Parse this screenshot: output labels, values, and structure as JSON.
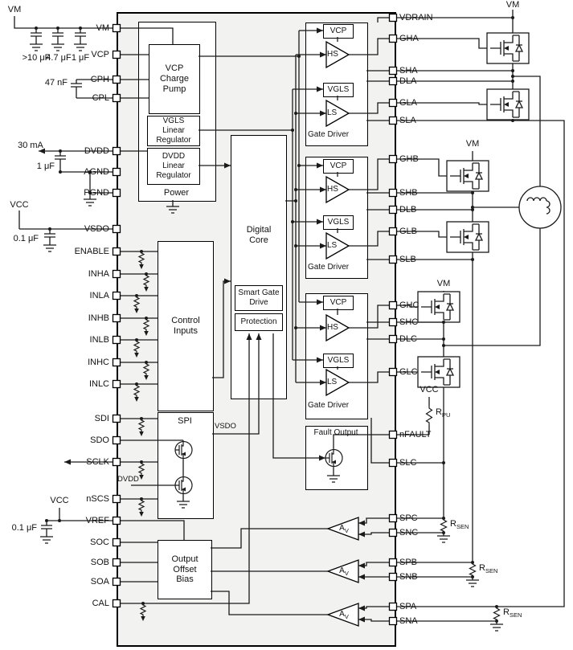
{
  "diagram": {
    "description": "Three-phase smart gate driver IC functional block diagram"
  },
  "pins": {
    "left": [
      "VM",
      "VCP",
      "CPH",
      "CPL",
      "DVDD",
      "AGND",
      "PGND",
      "VSDO",
      "ENABLE",
      "INHA",
      "INLA",
      "INHB",
      "INLB",
      "INHC",
      "INLC",
      "SDI",
      "SDO",
      "SCLK",
      "nSCS",
      "VREF",
      "SOC",
      "SOB",
      "SOA",
      "CAL"
    ],
    "right": [
      "VDRAIN",
      "GHA",
      "SHA",
      "DLA",
      "GLA",
      "SLA",
      "GHB",
      "SHB",
      "DLB",
      "GLB",
      "SLB",
      "GHC",
      "SHC",
      "DLC",
      "GLC",
      "nFAULT",
      "SLC",
      "SPC",
      "SNC",
      "SPB",
      "SNB",
      "SPA",
      "SNA"
    ]
  },
  "blocks": {
    "power": "Power",
    "charge_pump": "VCP\nCharge\nPump",
    "vgls_regulator": "VGLS\nLinear\nRegulator",
    "dvdd_regulator": "DVDD\nLinear\nRegulator",
    "digital_core": "Digital\nCore",
    "smart_gate_drive": "Smart Gate\nDrive",
    "protection": "Protection",
    "control_inputs": "Control\nInputs",
    "spi": "SPI",
    "output_offset_bias": "Output\nOffset\nBias",
    "gate_driver": "Gate Driver",
    "vcp": "VCP",
    "vgls": "VGLS",
    "hs": "HS",
    "ls": "LS",
    "fault_output": "Fault Output",
    "amp": {
      "base": "A",
      "sub": "V"
    }
  },
  "labels": {
    "vm": "VM",
    "vcc": "VCC",
    "cap_bulk": ">10 μF",
    "cap_4u7": "4.7 μF",
    "cap_1u": "1 μF",
    "cap_47n": "47 nF",
    "dvdd_current": "30 mA",
    "cap_100n": "0.1 μF",
    "r_pu": {
      "base": "R",
      "sub": "PU"
    },
    "r_sen": {
      "base": "R",
      "sub": "SEN"
    },
    "vsdo_net": "VSDO",
    "dvdd_net": "DVDD"
  }
}
